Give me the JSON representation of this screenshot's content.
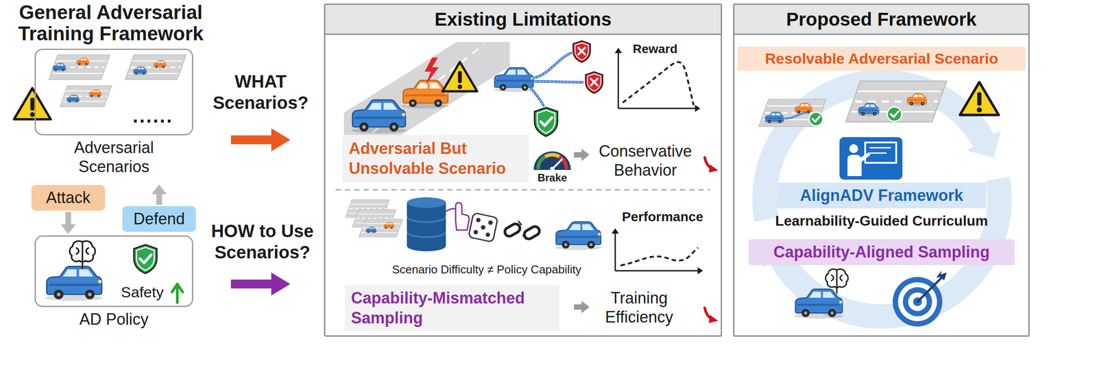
{
  "diagram": {
    "nodes": [
      {
        "text": [
          "Adversarial Scenarios"
        ]
      },
      {
        "text": [
          "Attack"
        ]
      },
      {
        "text": [
          "Defend"
        ]
      },
      {
        "text": [
          "Safety",
          "AD Policy"
        ]
      },
      {
        "text": [
          "Existing Limitations"
        ]
      },
      {
        "text": [
          "Adversarial But Unsolvable Scenario"
        ],
        "in": 4
      },
      {
        "text": [
          "Capability-Mismatched Sampling"
        ],
        "in": 4
      },
      {
        "text": [
          "Proposed Framework"
        ]
      },
      {
        "text": [
          "Resolvable Adversarial Scenario"
        ],
        "in": 7
      },
      {
        "text": [
          "AlignADV Framework"
        ],
        "in": 7
      },
      {
        "text": [
          "Capability-Aligned Sampling"
        ],
        "in": 7
      }
    ],
    "edges": [
      {
        "from": 1,
        "to": 3,
        "arrow": "to"
      },
      {
        "from": 2,
        "to": 0,
        "arrow": "to"
      }
    ],
    "labels": [
      "General Adversarial Training Framework",
      "......",
      "WHAT Scenarios?",
      "HOW to Use Scenarios?",
      "Reward",
      "Brake",
      "Conservative Behavior",
      "Performance",
      "Scenario Difficulty ≠ Policy Capability",
      "Training Efficiency",
      "Learnability-Guided Curriculum"
    ]
  }
}
